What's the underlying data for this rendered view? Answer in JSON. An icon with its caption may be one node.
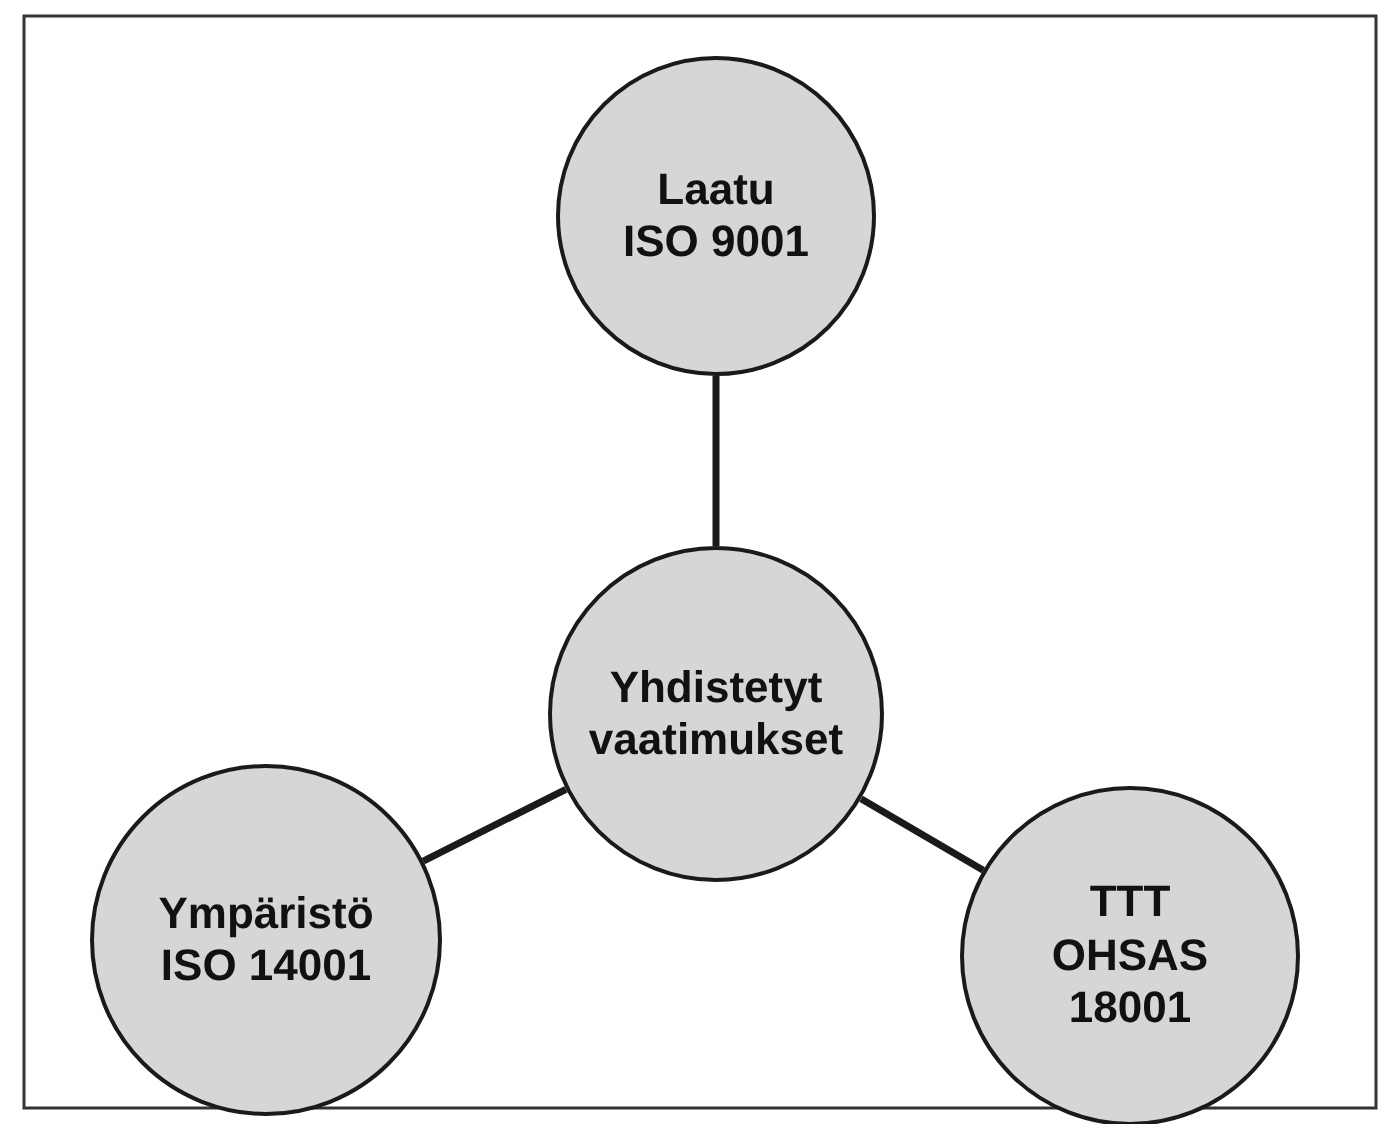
{
  "diagram": {
    "nodes": [
      {
        "text": [
          "Laatu ISO 9001"
        ]
      },
      {
        "text": [
          "Yhdistetyt vaatimukset"
        ]
      },
      {
        "text": [
          "Ympäristö ISO 14001"
        ]
      },
      {
        "text": [
          "TTT OHSAS 18001"
        ]
      }
    ],
    "edges": [
      {
        "from": 1,
        "to": 0,
        "arrow": "none"
      },
      {
        "from": 1,
        "to": 2,
        "arrow": "none"
      },
      {
        "from": 1,
        "to": 3,
        "arrow": "none"
      }
    ]
  }
}
